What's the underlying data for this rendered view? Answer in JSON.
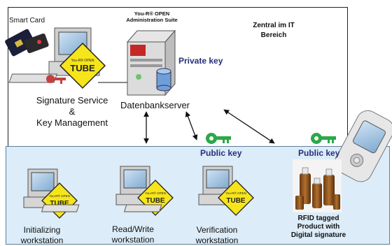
{
  "zones": {
    "central": {
      "label": "Zentral im IT\nBereich"
    }
  },
  "smart_card": {
    "label": "Smart Card"
  },
  "suite": {
    "title": "You-R® OPEN\nAdministration Suite"
  },
  "signature_service": {
    "label": "Signature Service\n&\nKey Management"
  },
  "database_server": {
    "label": "Datenbankserver",
    "key_label": "Private key"
  },
  "public_key_labels": [
    "Public key",
    "Public key"
  ],
  "tube_badge": {
    "brand": "You-R® OPEN",
    "word": "TUBE"
  },
  "workstations": [
    {
      "label": "Initializing\nworkstation"
    },
    {
      "label": "Read/Write\nworkstation"
    },
    {
      "label": "Verification\nworkstation"
    }
  ],
  "product": {
    "label": "RFID tagged\nProduct with\nDigital signature"
  },
  "colors": {
    "private_key_text": "#24307a",
    "key_green": "#2ca84a",
    "key_red": "#c44040",
    "badge_yellow": "#f6e51a",
    "lower_zone_fill": "#dcecf8"
  },
  "icons": [
    "smart-card-icon",
    "computer-icon",
    "server-icon",
    "database-icon",
    "key-icon",
    "handheld-reader-icon",
    "bottles-icon"
  ]
}
